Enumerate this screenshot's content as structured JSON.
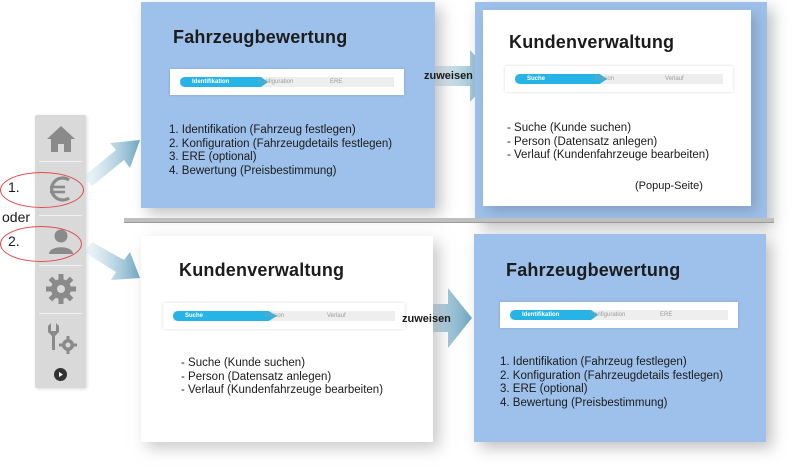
{
  "sidebar": {
    "icons": [
      "home-icon",
      "euro-icon",
      "user-icon",
      "gear-icon",
      "tools-icon"
    ],
    "play": "play-icon"
  },
  "options": {
    "one": "1.",
    "or": "oder",
    "two": "2."
  },
  "top_row": {
    "left": {
      "title": "Fahrzeugbewertung",
      "steps": [
        "Identifikation",
        "Konfiguration",
        "ERE"
      ],
      "items": [
        "1. Identifikation (Fahrzeug festlegen)",
        "2. Konfiguration (Fahrzeugdetails festlegen)",
        "3. ERE (optional)",
        "4. Bewertung (Preisbestimmung)"
      ]
    },
    "connector": "zuweisen",
    "right": {
      "title": "Kundenverwaltung",
      "steps": [
        "Suche",
        "Person",
        "Verlauf"
      ],
      "items": [
        "- Suche (Kunde suchen)",
        "- Person (Datensatz anlegen)",
        "- Verlauf (Kundenfahrzeuge bearbeiten)"
      ],
      "note": "(Popup-Seite)"
    }
  },
  "bottom_row": {
    "left": {
      "title": "Kundenverwaltung",
      "steps": [
        "Suche",
        "Person",
        "Verlauf"
      ],
      "items": [
        "- Suche (Kunde suchen)",
        "- Person (Datensatz anlegen)",
        "- Verlauf (Kundenfahrzeuge bearbeiten)"
      ]
    },
    "connector": "zuweisen",
    "right": {
      "title": "Fahrzeugbewertung",
      "steps": [
        "Identifikation",
        "Konfiguration",
        "ERE"
      ],
      "items": [
        "1. Identifikation (Fahrzeug festlegen)",
        "2. Konfiguration (Fahrzeugdetails festlegen)",
        "3. ERE (optional)",
        "4. Bewertung (Preisbestimmung)"
      ]
    }
  },
  "colors": {
    "card_blue": "#9dc1ea",
    "step_active": "#26b3e6",
    "arrow": "#7fb0c9",
    "oval": "#e04a4a"
  }
}
